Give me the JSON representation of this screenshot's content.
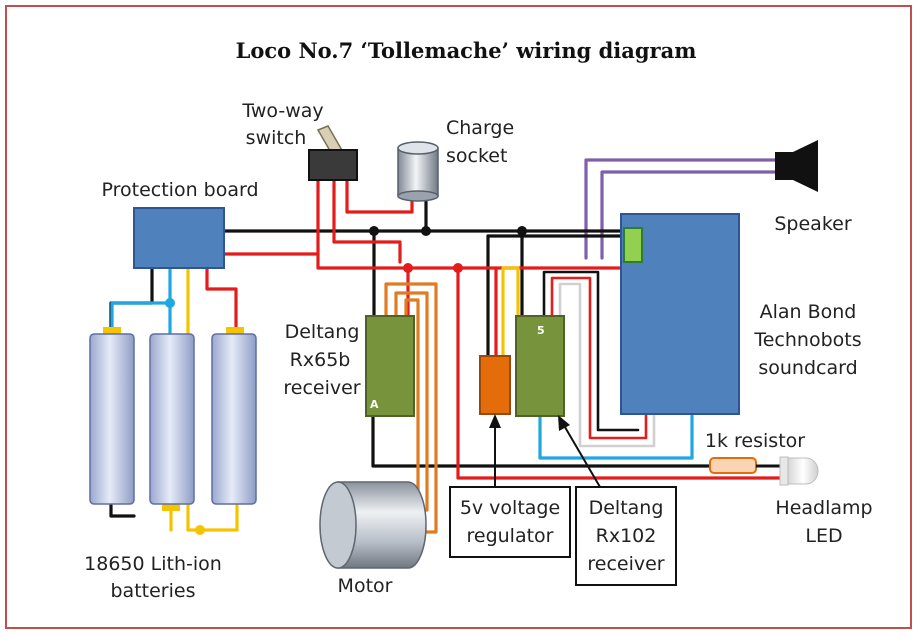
{
  "title": "Loco No.7 ‘Tollemache’ wiring diagram",
  "labels": {
    "switch_line1": "Two-way",
    "switch_line2": "switch",
    "charge_line1": "Charge",
    "charge_line2": "socket",
    "protection": "Protection board",
    "speaker": "Speaker",
    "soundcard_line1": "Alan Bond",
    "soundcard_line2": "Technobots",
    "soundcard_line3": "soundcard",
    "rx65_line1": "Deltang",
    "rx65_line2": "Rx65b",
    "rx65_line3": "receiver",
    "rx65_pin": "A",
    "rx102_pin": "5",
    "resistor": "1k resistor",
    "headlamp_line1": "Headlamp",
    "headlamp_line2": "LED",
    "batteries_line1": "18650 Lith-ion",
    "batteries_line2": "batteries",
    "motor": "Motor",
    "regulator_line1": "5v voltage",
    "regulator_line2": "regulator",
    "rx102_line1": "Deltang",
    "rx102_line2": "Rx102",
    "rx102_line3": "receiver"
  },
  "colors": {
    "frame": "#c0504d",
    "board_blue": "#4f81bd",
    "receiver_green": "#77933c",
    "regulator_orange": "#e46c0a",
    "battery_fill": "#c6cfe6",
    "wire_red": "#e31c1c",
    "wire_black": "#111111",
    "wire_blue": "#1ea7e1",
    "wire_yellow": "#f5c400",
    "wire_orange": "#e07b22",
    "wire_purple": "#7f5fa8",
    "wire_grey": "#d0d0d0",
    "connector_green": "#92d050"
  }
}
